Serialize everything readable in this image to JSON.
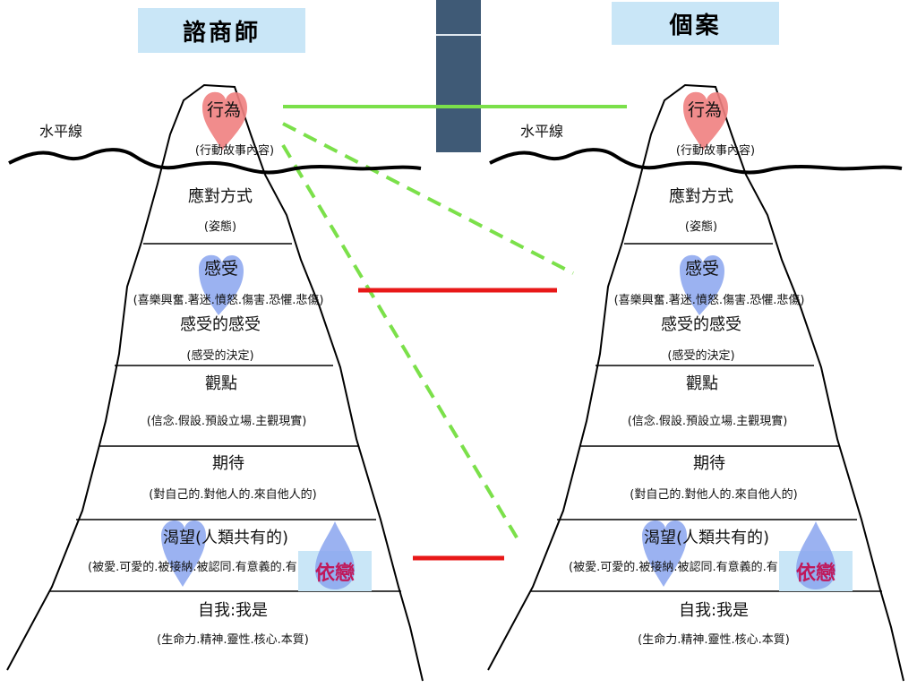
{
  "left_title": "諮商師",
  "right_title": "個案",
  "waterline_label": "水平線",
  "attachment_label": "依戀",
  "levels": {
    "behavior": "行為",
    "behavior_sub": "(行動故事內容)",
    "coping": "應對方式",
    "coping_sub": "(姿態)",
    "feelings": "感受",
    "feelings_sub": "(喜樂興奮.著迷.憤怒.傷害.恐懼.悲傷)",
    "feelings_about": "感受的感受",
    "feelings_about_sub": "(感受的決定)",
    "perception": "觀點",
    "perception_sub": "(信念.假設.預設立場.主觀現實)",
    "expectation": "期待",
    "expectation_sub": "(對自己的.對他人的.來自他人的)",
    "yearning": "渴望(人類共有的)",
    "yearning_sub": "(被愛.可愛的.被接納.被認同.有意義的.有",
    "self": "自我:我是",
    "self_sub": "(生命力.精神.靈性.核心.本質)"
  },
  "colors": {
    "title_bg": "#c9e6f7",
    "center_bar": "#3f5a76",
    "heart_red": "#f08080",
    "heart_blue": "#8aa4ee",
    "link_green": "#7be04a",
    "link_red": "#e81818",
    "attach_text": "#c0185a"
  }
}
